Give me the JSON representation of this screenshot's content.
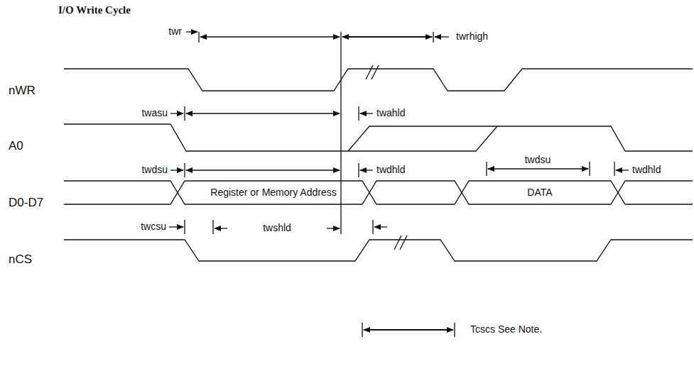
{
  "diagram": {
    "title": "I/O Write Cycle",
    "nodes": [
      {
        "text": [
          "Register or Memory Address"
        ]
      },
      {
        "text": [
          "DATA"
        ]
      }
    ],
    "labels": [
      "nWR",
      "A0",
      "D0-D7",
      "nCS",
      "twr",
      "twrhigh",
      "twasu",
      "twahld",
      "twdsu",
      "twdhld",
      "twdsu",
      "twdhld",
      "twcsu",
      "twshld",
      "Tcscs See Note."
    ]
  }
}
